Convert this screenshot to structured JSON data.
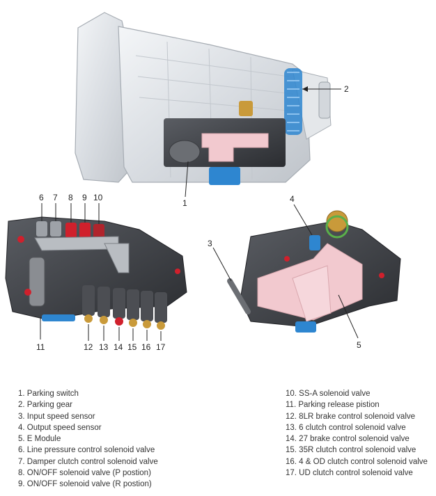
{
  "callouts": {
    "c1": "1",
    "c2": "2",
    "c3": "3",
    "c4": "4",
    "c5": "5",
    "c6": "6",
    "c7": "7",
    "c8": "8",
    "c9": "9",
    "c10": "10",
    "c11": "11",
    "c12": "12",
    "c13": "13",
    "c14": "14",
    "c15": "15",
    "c16": "16",
    "c17": "17"
  },
  "legend_left": [
    "1. Parking switch",
    "2. Parking gear",
    "3. Input speed sensor",
    "4. Output speed sensor",
    "5. E Module",
    "6. Line pressure control solenoid valve",
    "7. Damper clutch control solenoid valve",
    "8. ON/OFF solenoid valve (P postion)",
    "9. ON/OFF solenoid valve (R postion)"
  ],
  "legend_right": [
    "10. SS-A solenoid valve",
    "11. Parking release pistion",
    "12. 8LR brake control solenoid valve",
    "13. 6 clutch control solenoid valve",
    "14. 27 brake control solenoid valve",
    "15. 35R clutch control solenoid valve",
    "16. 4 & OD clutch control solenoid valve",
    "17. UD clutch control solenoid valve"
  ],
  "colors": {
    "housing": "#dfe3e8",
    "module_pink": "#f2c9cf",
    "valve_body": "#3b3d42",
    "accent_red": "#d0202c",
    "accent_blue": "#2e86d0",
    "brass": "#c99a3a"
  }
}
